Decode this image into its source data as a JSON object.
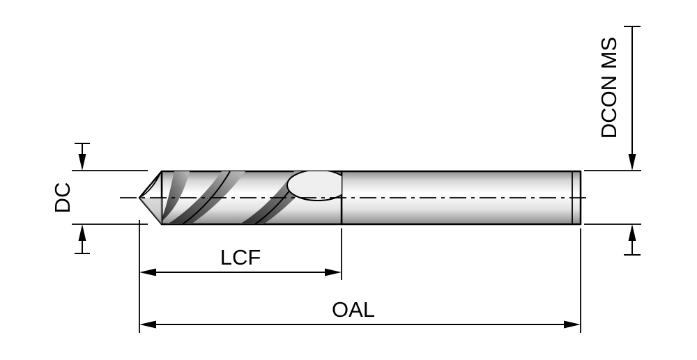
{
  "diagram": {
    "labels": {
      "dc": "DC",
      "dcon_ms": "DCON MS",
      "lcf": "LCF",
      "oal": "OAL"
    },
    "colors": {
      "line": "#000000",
      "background": "#ffffff",
      "metal_light": "#ffffff",
      "metal_mid": "#d8d8d8",
      "metal_dark": "#8c8c8c",
      "flute_shadow": "#2b2b2b"
    }
  }
}
